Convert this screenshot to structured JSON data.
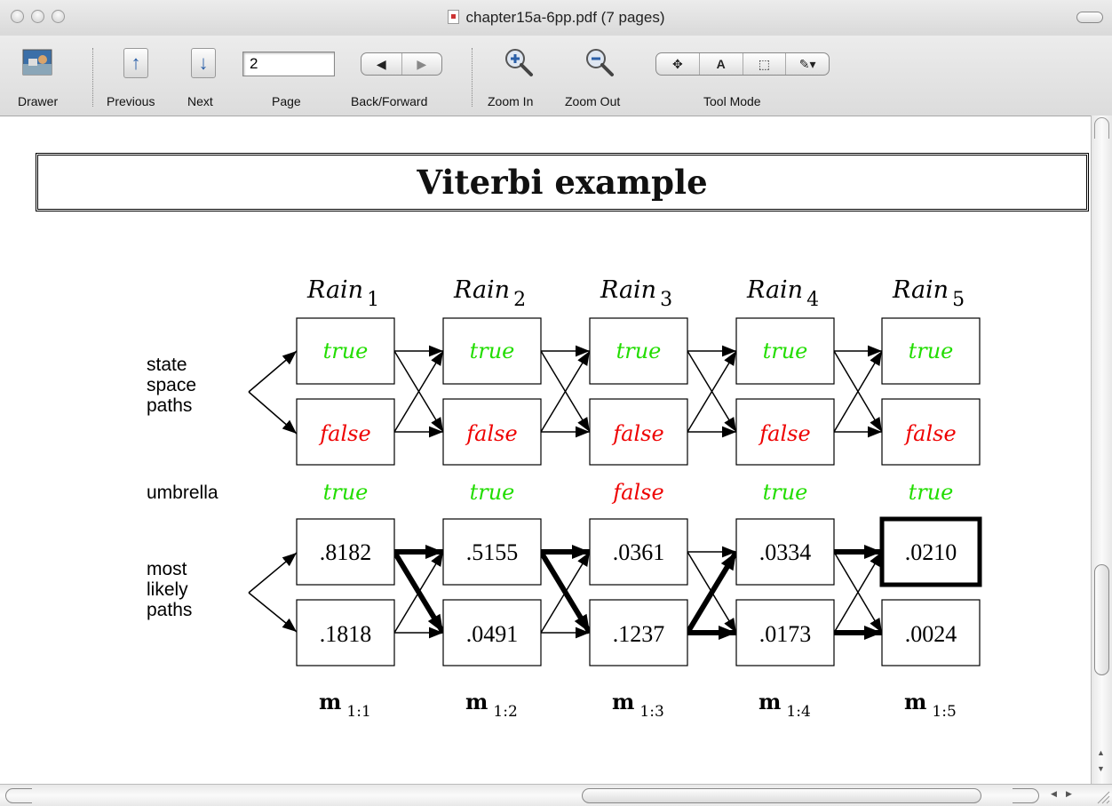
{
  "window": {
    "title": "chapter15a-6pp.pdf (7 pages)"
  },
  "toolbar": {
    "drawer_label": "Drawer",
    "previous_label": "Previous",
    "next_label": "Next",
    "page_label": "Page",
    "page_value": "2",
    "backforward_label": "Back/Forward",
    "zoom_in_label": "Zoom In",
    "zoom_out_label": "Zoom Out",
    "tool_mode_label": "Tool Mode",
    "tool_text_glyph": "A"
  },
  "document": {
    "title": "Viterbi example",
    "rain_var": "Rain",
    "rain_subscripts": [
      "1",
      "2",
      "3",
      "4",
      "5"
    ],
    "state_labels": [
      "true",
      "false"
    ],
    "row_labels": {
      "state_paths": [
        "state",
        "space",
        "paths"
      ],
      "umbrella": "umbrella",
      "likely_paths": [
        "most",
        "likely",
        "paths"
      ]
    },
    "umbrella_values": [
      "true",
      "true",
      "false",
      "true",
      "true"
    ],
    "messages_true": [
      ".8182",
      ".5155",
      ".0361",
      ".0334",
      ".0210"
    ],
    "messages_false": [
      ".1818",
      ".0491",
      ".1237",
      ".0173",
      ".0024"
    ],
    "m_symbol": "m",
    "m_subscripts": [
      "1:1",
      "1:2",
      "1:3",
      "1:4",
      "1:5"
    ],
    "best_final_state": "true",
    "colors": {
      "true": "#22dd00",
      "false": "#ee0000"
    }
  }
}
